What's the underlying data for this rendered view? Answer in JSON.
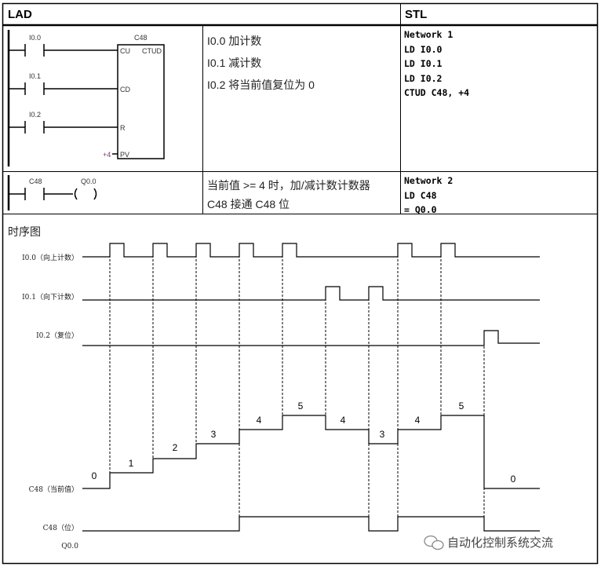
{
  "headers": {
    "lad": "LAD",
    "stl": "STL"
  },
  "network1": {
    "contacts": [
      "I0.0",
      "I0.1",
      "I0.2"
    ],
    "counter": {
      "name": "C48",
      "type": "CTUD",
      "inputs": [
        "CU",
        "CD",
        "R",
        "PV"
      ],
      "pv": "+4"
    },
    "description": [
      "I0.0 加计数",
      "I0.1 减计数",
      "I0.2 将当前值复位为 0"
    ],
    "stl": [
      "Network 1",
      "LD I0.0",
      "LD I0.1",
      "LD I0.2",
      "CTUD C48, +4"
    ]
  },
  "network2": {
    "contact": "C48",
    "coil": "Q0.0",
    "description": [
      "当前值 >= 4 时，加/减计数计数器",
      "C48 接通 C48 位"
    ],
    "stl": [
      "Network 2",
      "LD C48",
      "= Q0.0"
    ]
  },
  "timing": {
    "title": "时序图",
    "signals": [
      "I0.0（向上计数）",
      "I0.1（向下计数）",
      "I0.2（复位）",
      "C48（当前值）",
      "C48（位）",
      "Q0.0"
    ],
    "count_values": [
      "0",
      "1",
      "2",
      "3",
      "4",
      "5",
      "4",
      "3",
      "4",
      "5",
      "0"
    ]
  },
  "watermark": "自动化控制系统交流"
}
